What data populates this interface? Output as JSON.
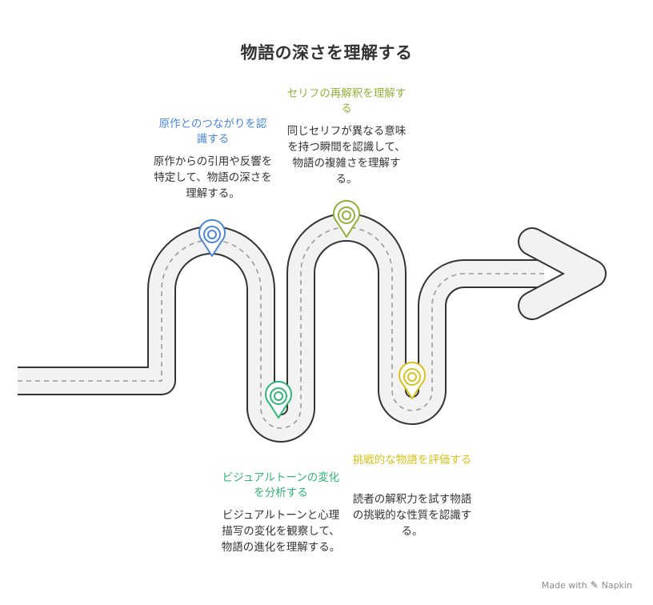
{
  "title": "物語の深さを理解する",
  "stages": [
    {
      "id": "source",
      "title": "原作とのつながりを認識する",
      "description": "原作からの引用や反響を特定して、物語の深さを理解する。",
      "color": "#4a86d4"
    },
    {
      "id": "visual",
      "title": "ビジュアルトーンの変化を分析する",
      "description": "ビジュアルトーンと心理描写の変化を観察して、物語の進化を理解する。",
      "color": "#2fb574"
    },
    {
      "id": "dialogue",
      "title": "セリフの再解釈を理解する",
      "description": "同じセリフが異なる意味を持つ瞬間を認識して、物語の複雑さを理解する。",
      "color": "#8fb339"
    },
    {
      "id": "challenge",
      "title": "挑戦的な物語を評価する",
      "description": "読者の解釈力を試す物語の挑戦的な性質を認識する。",
      "color": "#d6c21a"
    }
  ],
  "road": {
    "outline": "#333333",
    "fill": "#f2f2f2",
    "dash": "#9a9a9a"
  },
  "footer": {
    "text": "Made with",
    "brand": "Napkin"
  }
}
